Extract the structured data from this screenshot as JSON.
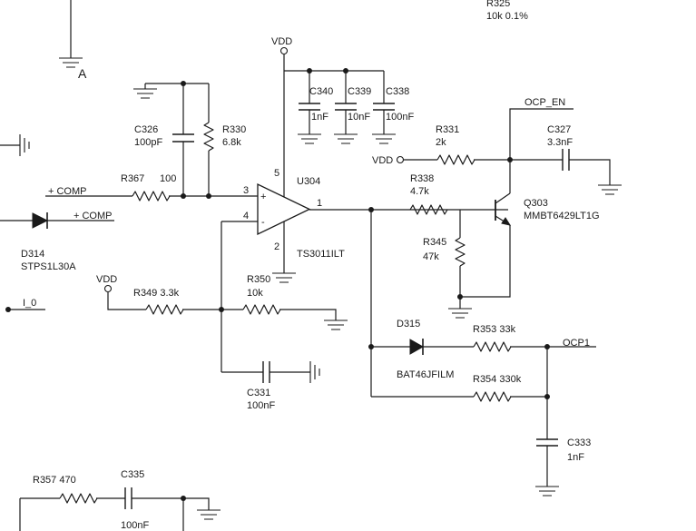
{
  "labels": {
    "r325": "R325",
    "r325_val": "10k 0.1%",
    "gnd_a": "A",
    "vdd_top": "VDD",
    "c340": "C340",
    "c340_val": "1nF",
    "c339": "C339",
    "c339_val": "10nF",
    "c338": "C338",
    "c338_val": "100nF",
    "ocp_en": "OCP_EN",
    "c326": "C326",
    "c326_val": "100pF",
    "r330": "R330",
    "r330_val": "6.8k",
    "r331": "R331",
    "r331_val": "2k",
    "c327": "C327",
    "c327_val": "3.3nF",
    "vdd_mid": "VDD",
    "r367": "R367",
    "r367_val": "100",
    "u304": "U304",
    "pin5": "5",
    "pin3": "3",
    "pin4": "4",
    "pin1": "1",
    "pin2": "2",
    "plus_sign": "+",
    "minus_sign": "-",
    "comp1": "+ COMP",
    "comp2": "+ COMP",
    "r338": "R338",
    "r338_val": "4.7k",
    "q303": "Q303",
    "q303_val": "MMBT6429LT1G",
    "d314": "D314",
    "d314_val": "STPS1L30A",
    "r345": "R345",
    "r345_val": "47k",
    "u304_part": "TS3011ILT",
    "vdd_left": "VDD",
    "r349": "R349 3.3k",
    "r350": "R350",
    "r350_val": "10k",
    "i0": "I_0",
    "d315": "D315",
    "r353": "R353 33k",
    "ocp1": "OCP1",
    "d315_val": "BAT46JFILM",
    "r354": "R354 330k",
    "c331": "C331",
    "c331_val": "100nF",
    "c333": "C333",
    "c333_val": "1nF",
    "r357": "R357 470",
    "c335": "C335",
    "c335_val": "100nF"
  }
}
